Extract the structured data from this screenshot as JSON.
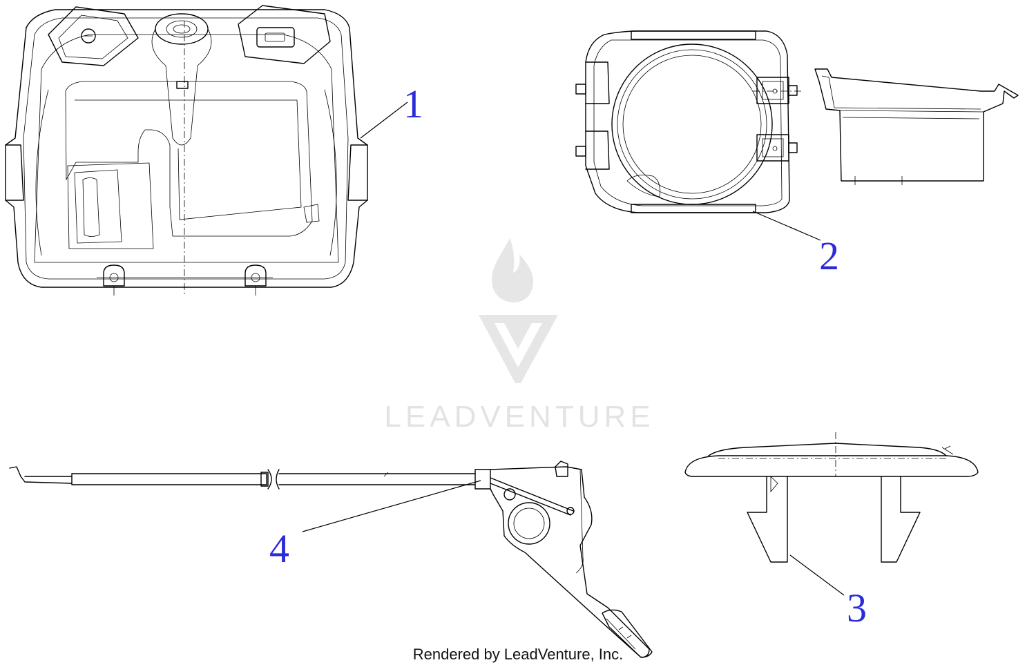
{
  "callouts": {
    "part1": "1",
    "part2": "2",
    "part3": "3",
    "part4": "4"
  },
  "watermark": {
    "brand": "LEADVENTURE"
  },
  "footer": {
    "credit": "Rendered by LeadVenture, Inc."
  },
  "colors": {
    "callout": "#2b2bd9",
    "linework": "#000000",
    "watermark": "#e3e3e3"
  }
}
